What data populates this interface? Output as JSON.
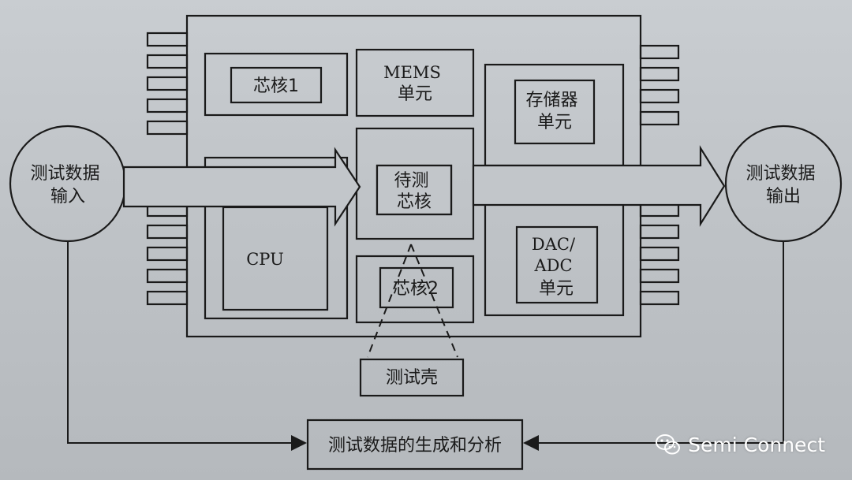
{
  "diagram": {
    "input_circle": "测试数据\n输入",
    "output_circle": "测试数据\n输出",
    "core1": "芯核1",
    "mems": "MEMS\n单元",
    "memory": "存储器\n单元",
    "core_under_test": "待测\n芯核",
    "cpu": "CPU",
    "core2": "芯核2",
    "dac_adc": "DAC/\nADC\n单元",
    "test_shell": "测试壳",
    "generation": "测试数据的生成和分析"
  },
  "watermark": {
    "text": "Semi Connect",
    "icon": "wechat-icon"
  },
  "colors": {
    "paper": "#c4c8cc",
    "ink": "#1a1a1a",
    "watermark": "#ffffff"
  }
}
